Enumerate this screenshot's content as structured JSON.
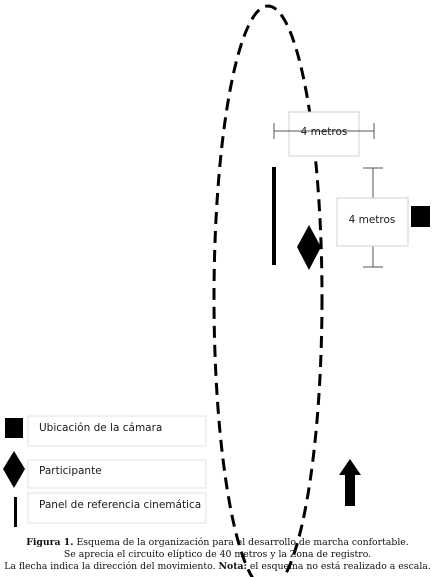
{
  "distance_labels": {
    "horizontal": "4 metros",
    "vertical": "4 metros"
  },
  "legend": [
    {
      "symbol": "square",
      "label": "Ubicación de la cámara"
    },
    {
      "symbol": "diamond",
      "label": "Participante"
    },
    {
      "symbol": "bar",
      "label": "Panel de referencia cinemática"
    }
  ],
  "caption": {
    "figure_label": "Figura 1.",
    "line1_text": " Esquema de la organización para el desarrollo de marcha confortable.",
    "line2": "Se aprecia el circuito elíptico de 40 metros y la Zona de registro.",
    "line3_text": "La flecha indica la dirección del movimiento. ",
    "note_label": "Nota:",
    "note_text": " el esquema no está realizado a escala."
  },
  "colors": {
    "ink": "#000000",
    "box_border": "#d0d0d0",
    "dimension_line": "#555555"
  }
}
